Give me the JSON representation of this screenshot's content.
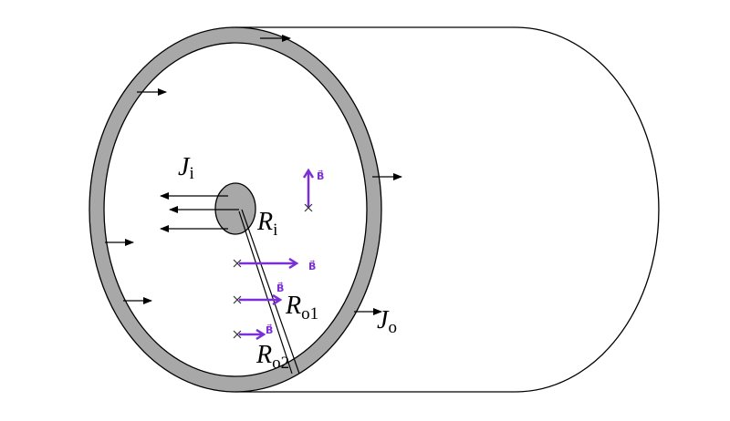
{
  "labels": {
    "inner_current": {
      "main": "J",
      "sub": "i"
    },
    "outer_current": {
      "main": "J",
      "sub": "o"
    },
    "inner_radius": {
      "main": "R",
      "sub": "i"
    },
    "outer_radius_1": {
      "main": "R",
      "sub": "o1"
    },
    "outer_radius_2": {
      "main": "R",
      "sub": "o2"
    },
    "field": "B⃗"
  },
  "colors": {
    "field": "#7b2fd6",
    "conductor": "#a8a8a8"
  }
}
